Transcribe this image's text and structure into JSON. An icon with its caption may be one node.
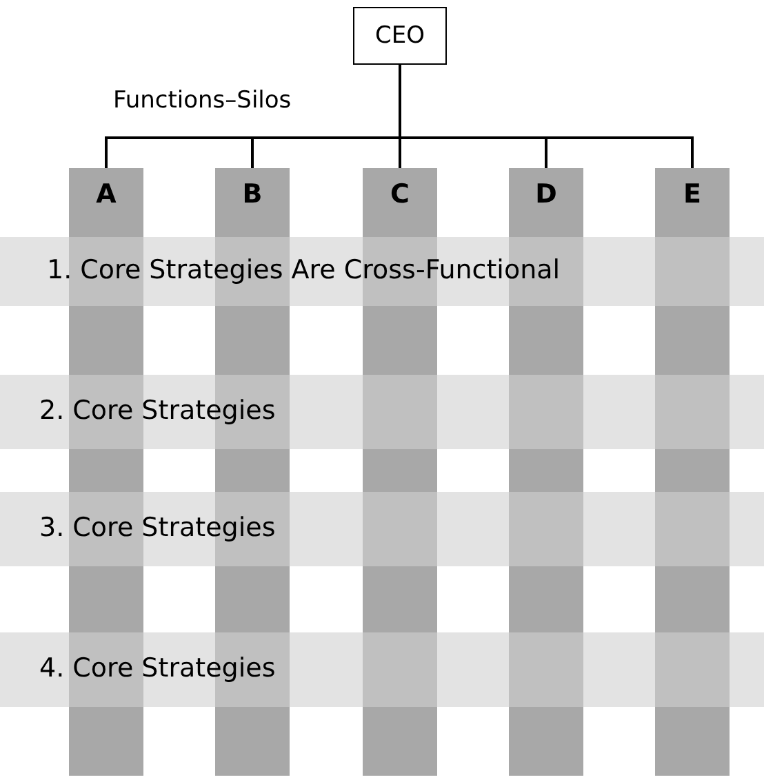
{
  "diagram": {
    "nodes": [
      {
        "text": [
          "CEO"
        ]
      },
      {
        "text": [
          "A"
        ]
      },
      {
        "text": [
          "B"
        ]
      },
      {
        "text": [
          "C"
        ]
      },
      {
        "text": [
          "D"
        ]
      },
      {
        "text": [
          "E"
        ]
      },
      {
        "text": [
          "1. Core Strategies Are Cross-Functional"
        ]
      },
      {
        "text": [
          "2. Core Strategies"
        ]
      },
      {
        "text": [
          "3. Core Strategies"
        ]
      },
      {
        "text": [
          "4. Core Strategies"
        ]
      }
    ],
    "edges": [
      {
        "from": 0,
        "to": 1,
        "arrow": "none"
      },
      {
        "from": 0,
        "to": 2,
        "arrow": "none"
      },
      {
        "from": 0,
        "to": 3,
        "arrow": "none"
      },
      {
        "from": 0,
        "to": 4,
        "arrow": "none"
      },
      {
        "from": 0,
        "to": 5,
        "arrow": "none"
      }
    ],
    "labels": [
      "Functions–Silos"
    ]
  }
}
